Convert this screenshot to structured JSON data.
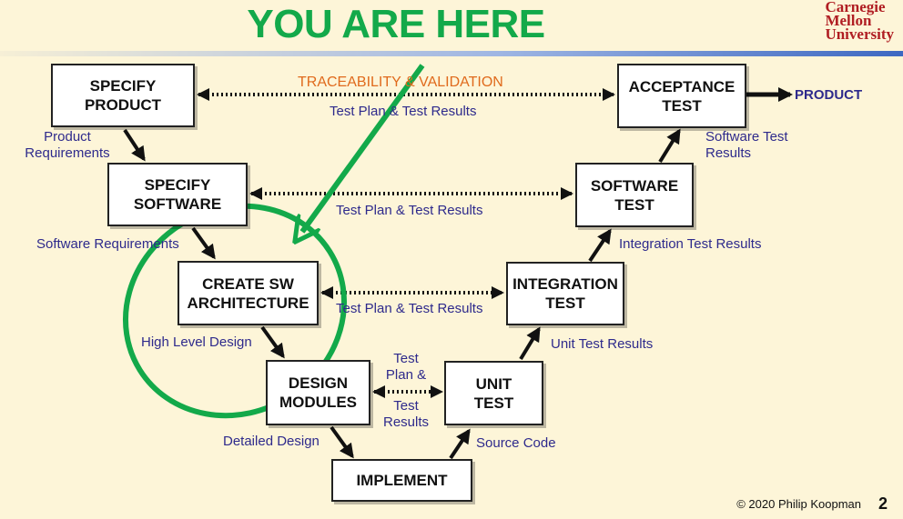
{
  "slide": {
    "headline": "YOU ARE HERE",
    "logo_lines": [
      "Carnegie",
      "Mellon",
      "University"
    ],
    "footer": "© 2020 Philip Koopman",
    "page_number": "2"
  },
  "boxes": {
    "specify_product": [
      "SPECIFY",
      "PRODUCT"
    ],
    "specify_software": [
      "SPECIFY",
      "SOFTWARE"
    ],
    "create_sw_architecture": [
      "CREATE SW",
      "ARCHITECTURE"
    ],
    "design_modules": [
      "DESIGN",
      "MODULES"
    ],
    "implement": [
      "IMPLEMENT"
    ],
    "unit_test": [
      "UNIT",
      "TEST"
    ],
    "integration_test": [
      "INTEGRATION",
      "TEST"
    ],
    "software_test": [
      "SOFTWARE",
      "TEST"
    ],
    "acceptance_test": [
      "ACCEPTANCE",
      "TEST"
    ]
  },
  "labels": {
    "traceability": "TRACEABILITY & VALIDATION",
    "test_plan_top": "Test Plan & Test Results",
    "test_plan_software": "Test Plan & Test Results",
    "test_plan_arch": "Test Plan & Test Results",
    "test_plan_unit": [
      "Test",
      "Plan &",
      "Test",
      "Results"
    ],
    "product": "PRODUCT",
    "product_requirements": [
      "Product",
      "Requirements"
    ],
    "software_requirements": "Software Requirements",
    "high_level_design": "High Level Design",
    "detailed_design": "Detailed Design",
    "source_code": "Source Code",
    "unit_test_results": "Unit Test Results",
    "integration_test_results": "Integration Test Results",
    "software_test_results": [
      "Software Test",
      "Results"
    ]
  },
  "colors": {
    "headline": "#13a94a",
    "annotation": "#13a94a",
    "label": "#2e2a8c",
    "traceability": "#e06a1c",
    "logo": "#b01e23"
  }
}
